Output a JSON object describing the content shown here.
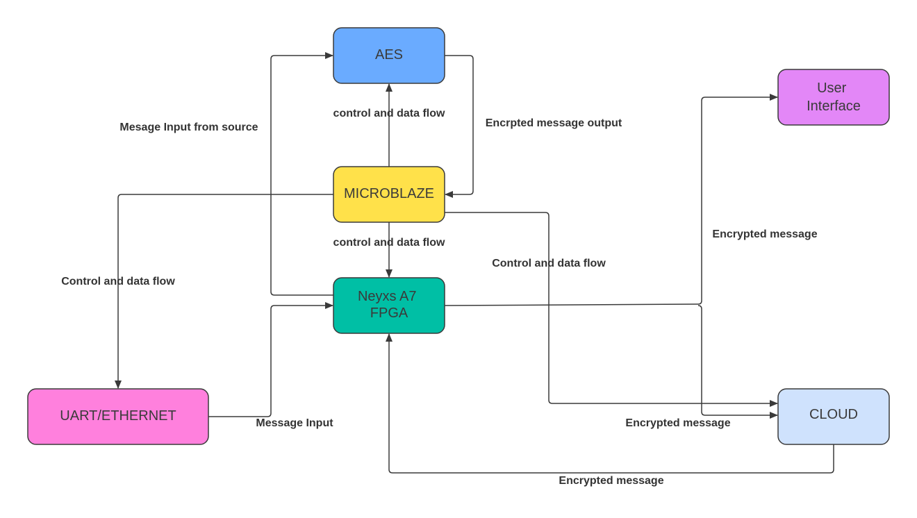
{
  "colors": {
    "aes": "#6aabff",
    "microblaze": "#ffe14a",
    "fpga": "#00bfa5",
    "uart": "#ff80dd",
    "user_interface": "#e387f7",
    "cloud": "#cfe2fd",
    "stroke": "#3a3a3a"
  },
  "nodes": {
    "aes": {
      "lines": [
        "AES"
      ]
    },
    "microblaze": {
      "lines": [
        "MICROBLAZE"
      ]
    },
    "fpga": {
      "lines": [
        "Neyxs A7",
        "FPGA"
      ]
    },
    "uart": {
      "lines": [
        "UART/ETHERNET"
      ]
    },
    "user_interface": {
      "lines": [
        "User",
        "Interface"
      ]
    },
    "cloud": {
      "lines": [
        "CLOUD"
      ]
    }
  },
  "edges": {
    "mb_to_aes": "control and data flow",
    "aes_to_mb": "Encrpted message output",
    "fpga_to_aes_input": "Mesage Input from source",
    "mb_to_fpga": "control and data flow",
    "mb_to_uart": "Control and data flow",
    "mb_to_cloud": "Control and data flow",
    "fpga_to_ui": "Encrypted message",
    "fpga_to_cloud": "Encrypted message",
    "cloud_to_fpga": "Encrypted message",
    "uart_to_fpga": "Message Input"
  }
}
